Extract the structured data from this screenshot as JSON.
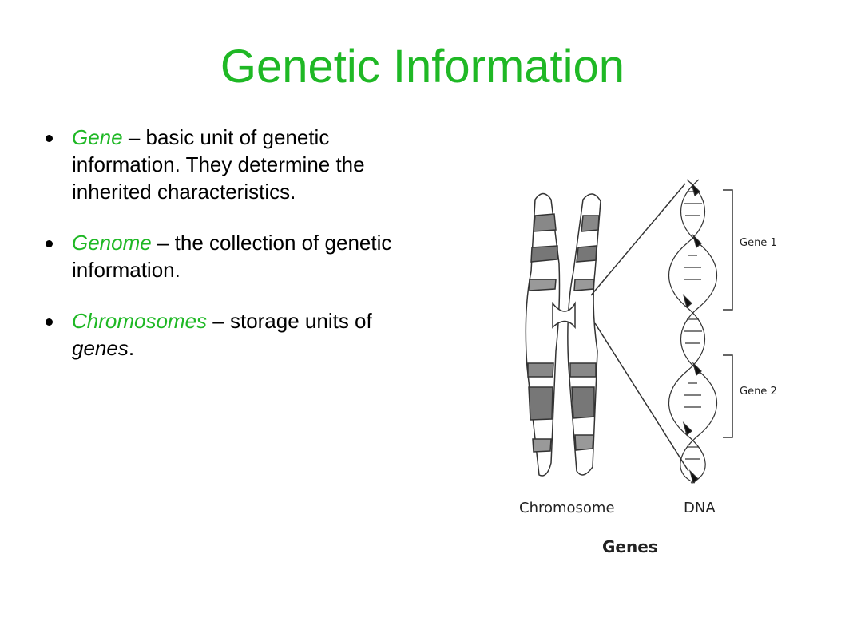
{
  "slide": {
    "title": "Genetic Information",
    "accent_color": "#1fb825",
    "bullets": [
      {
        "term": "Gene",
        "text": " – basic unit of genetic information. They determine the inherited characteristics."
      },
      {
        "term": "Genome",
        "text": " – the collection of genetic information."
      },
      {
        "term": "Chromosomes",
        "text": " – storage units of ",
        "emph": "genes",
        "tail": "."
      }
    ]
  },
  "figure": {
    "gene1_label": "Gene 1",
    "gene2_label": "Gene 2",
    "chromosome_label": "Chromosome",
    "dna_label": "DNA",
    "caption": "Genes"
  }
}
